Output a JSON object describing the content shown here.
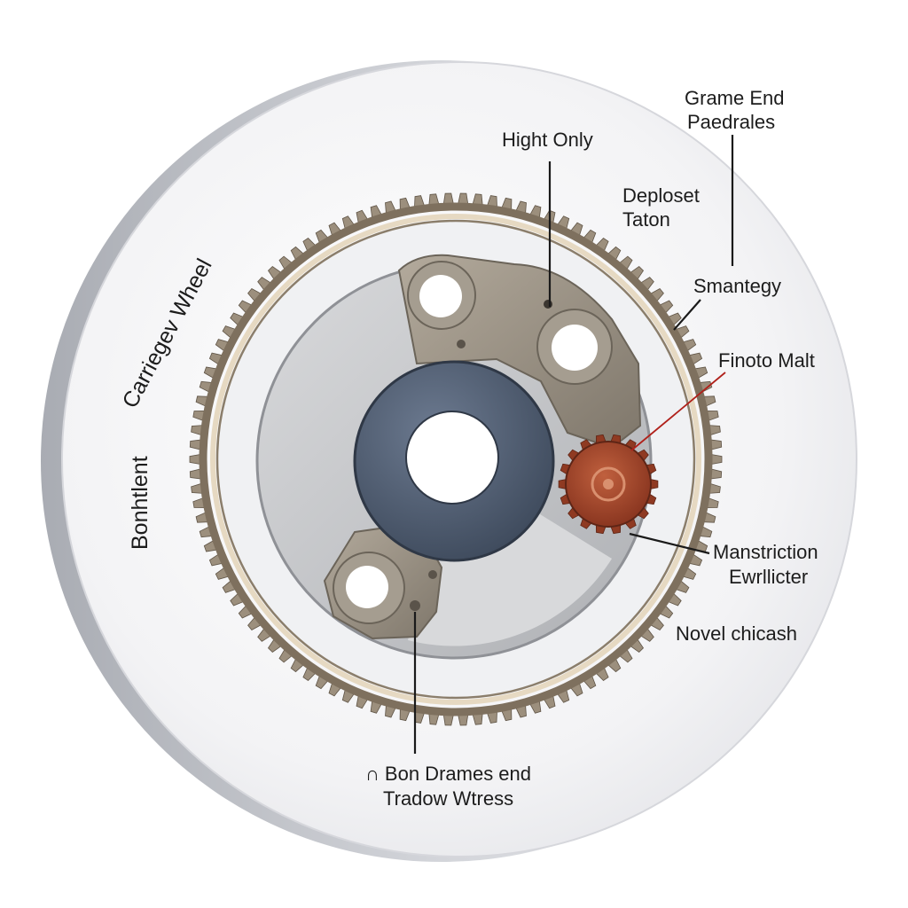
{
  "labels": {
    "grame_end_line1": "Grame End",
    "grame_end_line2": "Paedrales",
    "hight_only": "Hight Only",
    "deploset_line1": "Deploset",
    "deploset_line2": "Taton",
    "smantegy": "Smantegy",
    "finoto_malt": "Finoto Malt",
    "manstriction_line1": "Manstriction",
    "manstriction_line2": "Ewrllicter",
    "novel_chicash": "Novel chicash",
    "bon_drames_line1": "∩ Bon Drames end",
    "bon_drames_line2": "Tradow Wtress",
    "carriegev_wheel": "Carriegev Wheel",
    "bonhtlent": "Bonhtlent"
  },
  "colors": {
    "outer_disc": "#f4f4f6",
    "rim_side": "#c9cbd0",
    "gear_ring": "#8a7b68",
    "inner_plate": "#c2c3c6",
    "hub": "#4f5d72",
    "bracket": "#9a9184",
    "small_gear": "#a5462a",
    "leader_red": "#b0201a"
  }
}
